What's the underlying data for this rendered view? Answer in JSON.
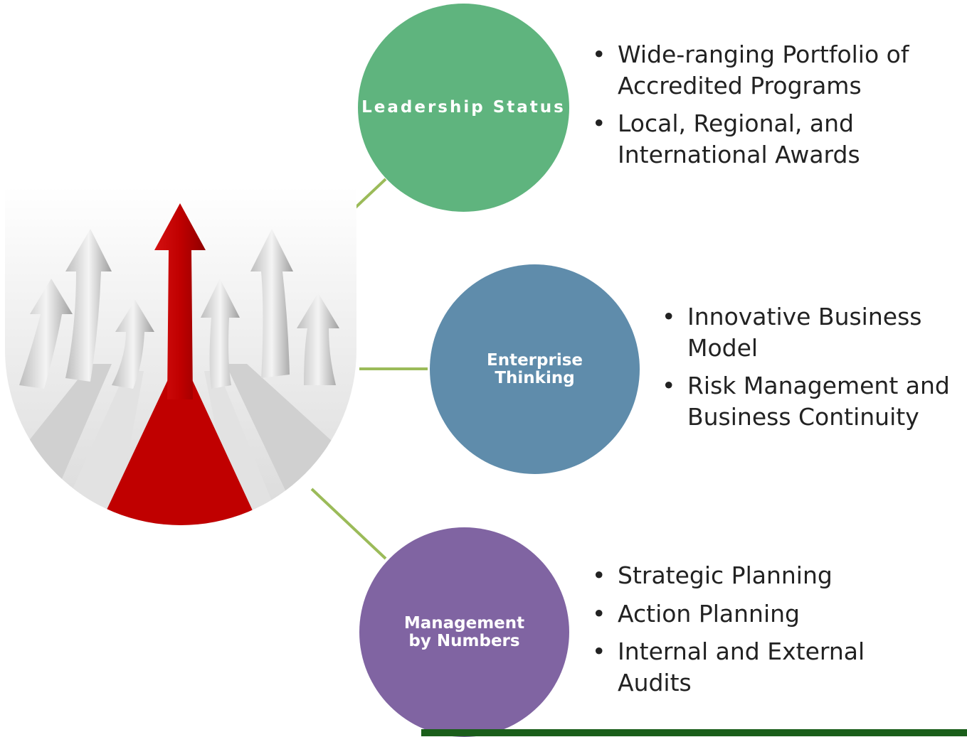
{
  "colors": {
    "connector": "#9bbb59",
    "circle_leadership": "#5fb47e",
    "circle_enterprise": "#5f8cab",
    "circle_management": "#8064a2",
    "arrow_red": "#c00000",
    "bottom_bar": "#1a5e1a"
  },
  "image": {
    "icon": "arrows-growth-icon"
  },
  "nodes": [
    {
      "title": "Leadership Status",
      "bullets": [
        "Wide-ranging Portfolio of Accredited Programs",
        "Local, Regional, and International Awards"
      ]
    },
    {
      "title": "Enterprise Thinking",
      "bullets": [
        "Innovative Business Model",
        "Risk  Management and Business Continuity"
      ]
    },
    {
      "title": "Management by Numbers",
      "bullets": [
        "Strategic Planning",
        "Action Planning",
        "Internal and External Audits"
      ]
    }
  ]
}
